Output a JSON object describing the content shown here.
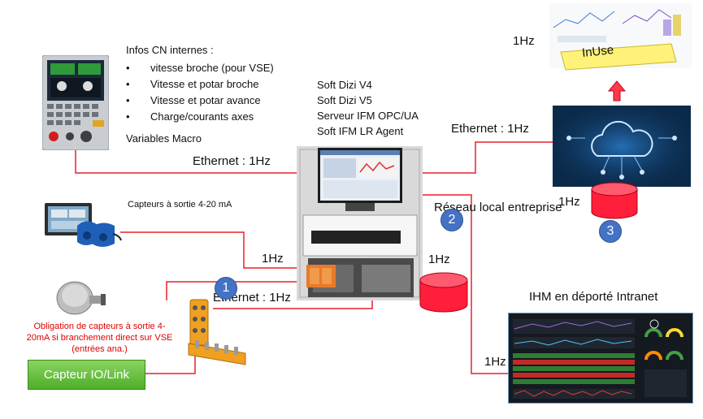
{
  "cn_panel": {
    "title": "Infos CN internes :",
    "items": [
      "vitesse broche (pour VSE)",
      "Vitesse et potar broche",
      "Vitesse et potar avance",
      "Charge/courants axes"
    ],
    "footer": "Variables Macro"
  },
  "software": [
    "Soft Dizi V4",
    "Soft Dizi V5",
    "Serveur IFM OPC/UA",
    "Soft IFM LR Agent"
  ],
  "links": {
    "ethernet_cn": "Ethernet : 1Hz",
    "ethernet_cloud": "Ethernet : 1Hz",
    "ethernet_sensors": "Ethernet : 1Hz",
    "sensor_4_20": "1Hz",
    "database_local": "1Hz",
    "cloud_db": "1Hz",
    "inuse_rate": "1Hz",
    "ihm_rate": "1Hz"
  },
  "labels": {
    "capteurs_4_20": "Capteurs à sortie 4-20 mA",
    "reseau": "Réseau local entreprise",
    "ihm": "IHM en déporté Intranet",
    "inuse": "InUse",
    "capteur_io_link": "Capteur IO/Link",
    "obligation": "Obligation de capteurs à sortie 4-20mA si branchement direct sur VSE (entrées ana.)"
  },
  "badges": [
    "1",
    "2",
    "3"
  ],
  "colors": {
    "line": "#e8202a",
    "badge": "#4472c4",
    "db_fill": "#ff1f3a",
    "io_link_green": "#5fbf3a",
    "inuse_yellow": "#fff27a"
  }
}
